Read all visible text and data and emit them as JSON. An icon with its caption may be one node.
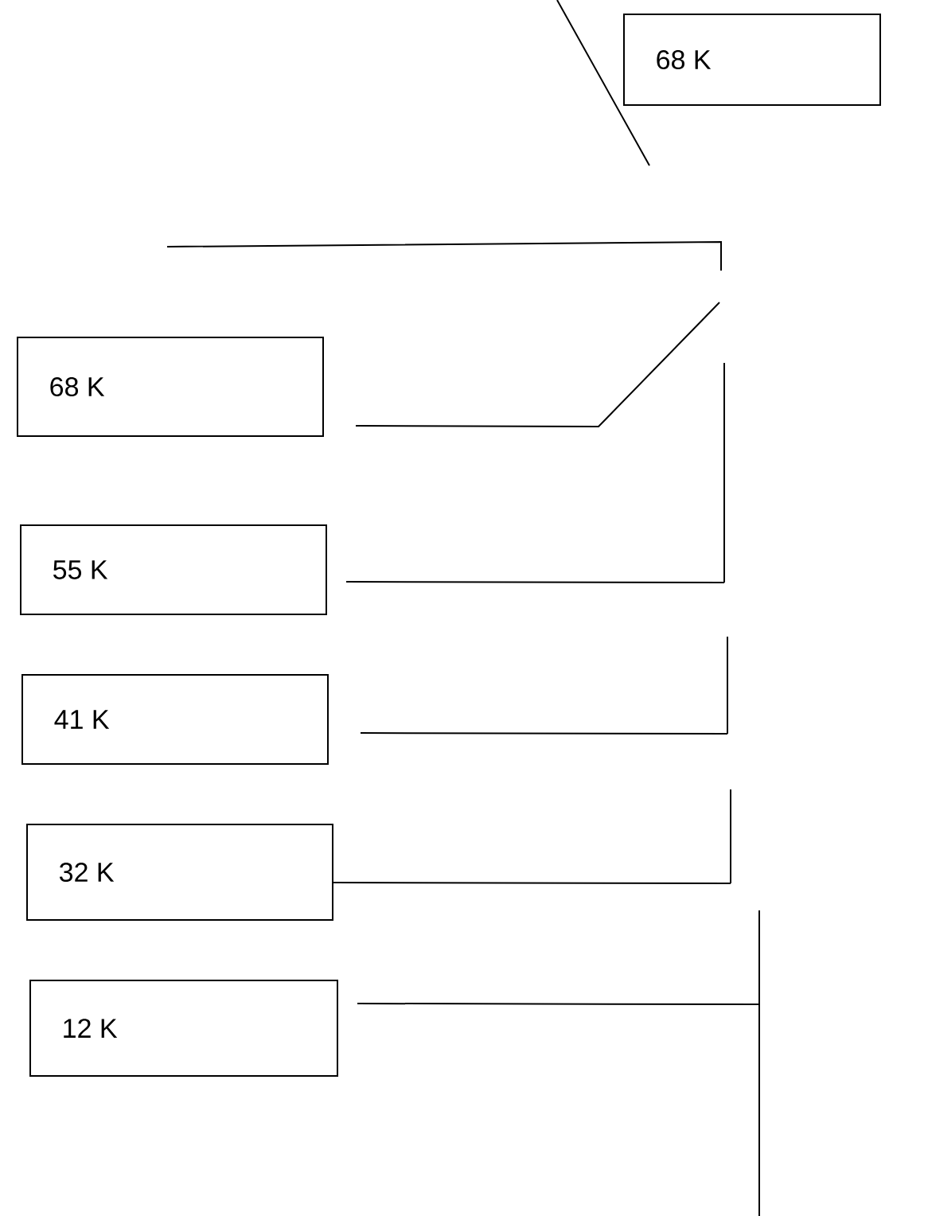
{
  "diagram": {
    "nodes": [
      {
        "text": [
          "68 K"
        ]
      },
      {
        "text": [
          "68  K"
        ]
      },
      {
        "text": [
          "55 K"
        ]
      },
      {
        "text": [
          "41 K"
        ]
      },
      {
        "text": [
          "32 K"
        ]
      },
      {
        "text": [
          "12 K"
        ]
      }
    ],
    "edges": [
      {
        "from": 1,
        "to": null,
        "arrow": "none"
      },
      {
        "from": 2,
        "to": null,
        "arrow": "none"
      },
      {
        "from": 3,
        "to": null,
        "arrow": "none"
      },
      {
        "from": 4,
        "to": null,
        "arrow": "none"
      },
      {
        "from": 5,
        "to": null,
        "arrow": "none"
      }
    ]
  }
}
